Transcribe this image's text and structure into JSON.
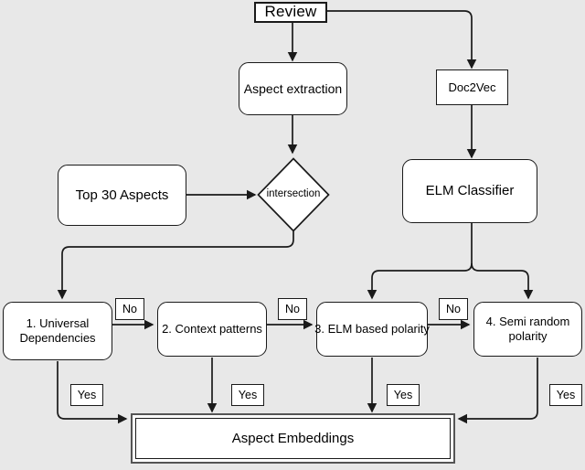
{
  "diagram": {
    "title": "Aspect Embeddings Pipeline Flowchart",
    "background_color": "#e8e8e8",
    "node_fill": "#ffffff",
    "stroke_color": "#1a1a1a",
    "nodes": {
      "review": "Review",
      "aspect_extraction": "Aspect extraction",
      "doc2vec": "Doc2Vec",
      "top30": "Top 30 Aspects",
      "intersection": "intersection",
      "elm_classifier": "ELM Classifier",
      "step1": "1. Universal Dependencies",
      "step1_line1": "1. Universal",
      "step1_line2": "Dependencies",
      "step2": "2. Context patterns",
      "step3": "3. ELM based polarity",
      "step4_line1": "4. Semi random",
      "step4_line2": "polarity",
      "aspect_embeddings": "Aspect Embeddings"
    },
    "edge_labels": {
      "no_1": "No",
      "no_2": "No",
      "no_3": "No",
      "yes_1": "Yes",
      "yes_2": "Yes",
      "yes_3": "Yes",
      "yes_4": "Yes"
    }
  }
}
